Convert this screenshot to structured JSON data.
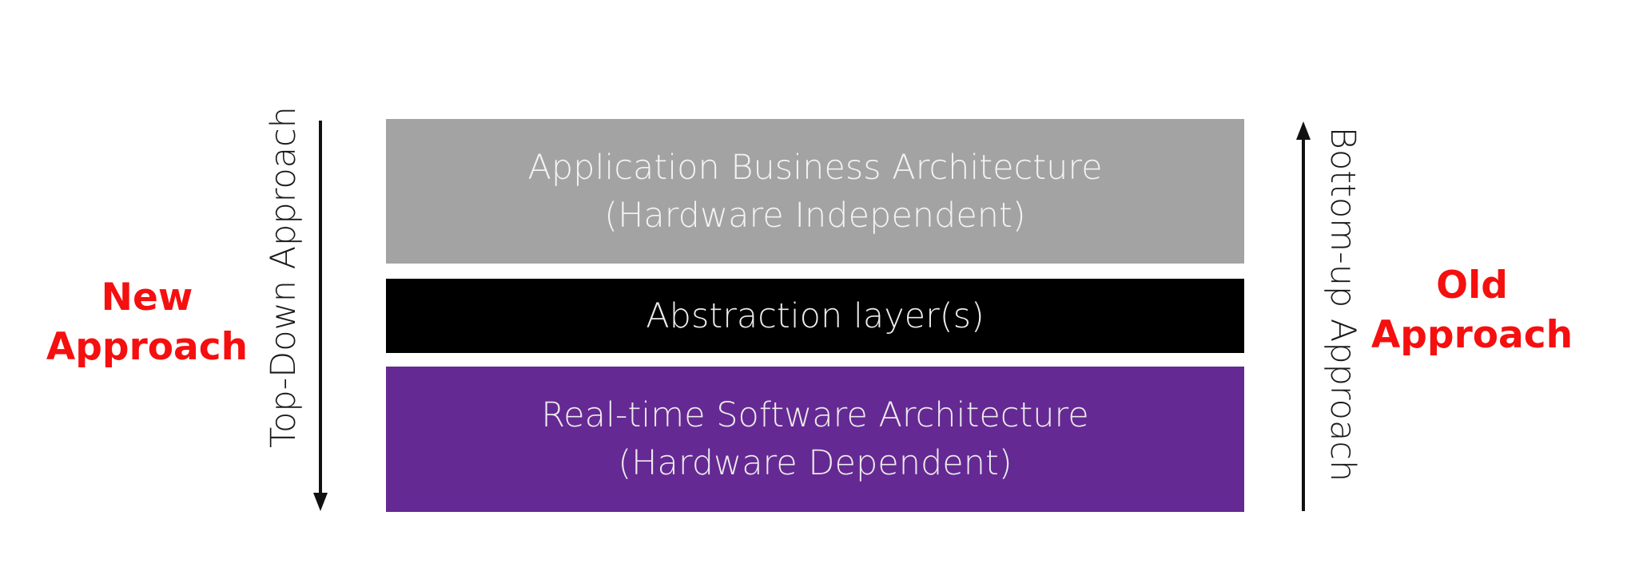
{
  "left_label": {
    "line1": "New",
    "line2": "Approach"
  },
  "right_label": {
    "line1": "Old",
    "line2": "Approach"
  },
  "left_arrow_text": "Top-Down Approach",
  "right_arrow_text": "Bottom-up Approach",
  "layers": [
    {
      "line1": "Application Business Architecture",
      "line2": "(Hardware Independent)",
      "color": "#a3a3a3"
    },
    {
      "line1": "Abstraction layer(s)",
      "color": "#000000"
    },
    {
      "line1": "Real-time Software Architecture",
      "line2": "(Hardware Dependent)",
      "color": "#652993"
    }
  ],
  "colors": {
    "approach_label": "#f50f0f",
    "arrow": "#111111"
  }
}
